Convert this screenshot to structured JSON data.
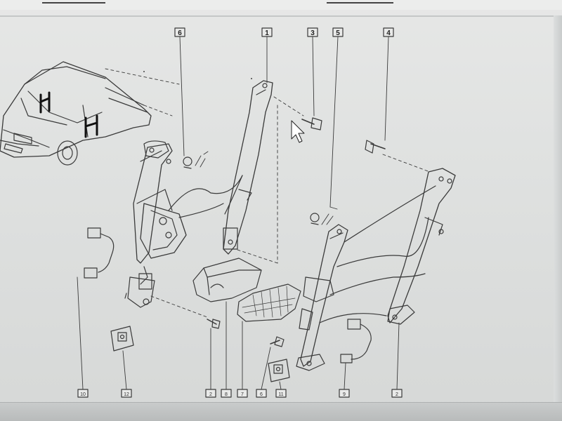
{
  "callouts_top": [
    {
      "id": "callout-6a",
      "label": "6"
    },
    {
      "id": "callout-1a",
      "label": "1"
    },
    {
      "id": "callout-3",
      "label": "3"
    },
    {
      "id": "callout-5",
      "label": "5"
    },
    {
      "id": "callout-4",
      "label": "4"
    }
  ],
  "callouts_bottom": [
    {
      "id": "callout-10",
      "label": "10"
    },
    {
      "id": "callout-12",
      "label": "12"
    },
    {
      "id": "callout-2a",
      "label": "2"
    },
    {
      "id": "callout-8",
      "label": "8"
    },
    {
      "id": "callout-7",
      "label": "7"
    },
    {
      "id": "callout-6b",
      "label": "6"
    },
    {
      "id": "callout-11",
      "label": "11"
    },
    {
      "id": "callout-9",
      "label": "9"
    },
    {
      "id": "callout-2b",
      "label": "2"
    }
  ],
  "colors": {
    "line": "#3a3a3a",
    "background": "#e3e4e3",
    "cursor": "#ffffff"
  }
}
